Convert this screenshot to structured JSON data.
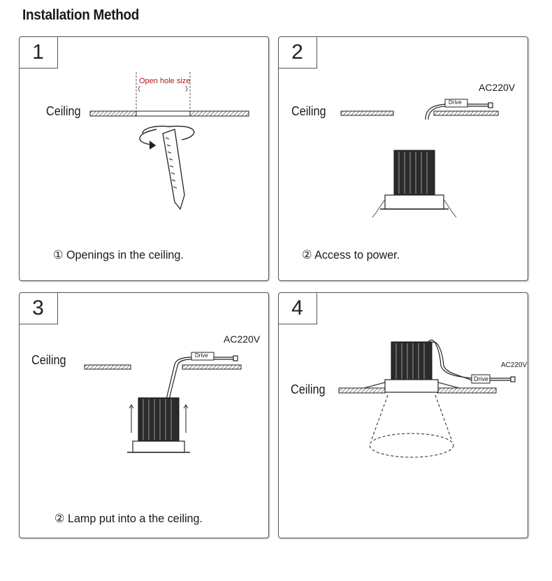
{
  "title": "Installation Method",
  "panels": [
    {
      "number": "1",
      "ceiling_label": "Ceiling",
      "hole_label": "Open hole size",
      "caption": "① Openings in the ceiling."
    },
    {
      "number": "2",
      "ceiling_label": "Ceiling",
      "voltage_label": "AC220V",
      "driver_label": "Drive",
      "caption": "② Access to power."
    },
    {
      "number": "3",
      "ceiling_label": "Ceiling",
      "voltage_label": "AC220V",
      "driver_label": "Drive",
      "caption": "② Lamp put into a the ceiling."
    },
    {
      "number": "4",
      "ceiling_label": "Ceiling",
      "voltage_label": "AC220V",
      "driver_label": "Drive"
    }
  ],
  "colors": {
    "hole_label": "#b01818",
    "border": "#555555",
    "line": "#222222"
  }
}
